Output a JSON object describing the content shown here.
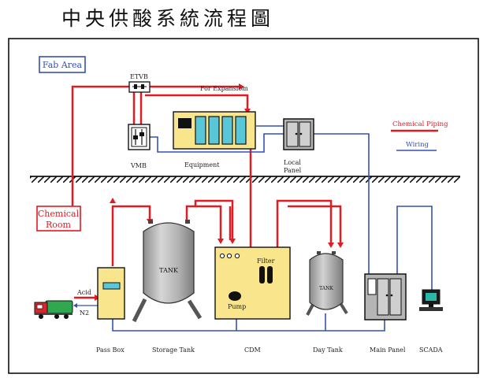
{
  "title": "中央供酸系統流程圖",
  "areas": {
    "fab": "Fab Area",
    "chemical_room_line1": "Chemical",
    "chemical_room_line2": "Room"
  },
  "legend": {
    "chemical_piping": "Chemical Piping",
    "wiring": "Wiring"
  },
  "labels": {
    "etvb": "ETVB",
    "for_expansion": "For Expansiom",
    "vmb": "VMB",
    "equipment": "Equipment",
    "local_panel_line1": "Local",
    "local_panel_line2": "Panel",
    "tank_large": "TANK",
    "tank_small": "TANK",
    "filter": "Filter",
    "pump": "Pump",
    "acid": "Acid",
    "n2": "N2",
    "pass_box": "Pass Box",
    "storage_tank": "Storage Tank",
    "cdm": "CDM",
    "day_tank": "Day Tank",
    "main_panel": "Main Panel",
    "scada": "SCADA"
  },
  "colors": {
    "chemical_piping": "#e11b22",
    "wiring": "#3350b8",
    "equipment_fill": "#f8e58c",
    "equipment_cells": "#59c7d8",
    "tank_fill": "#a8a8a8",
    "panel_fill": "#b5b5b5",
    "truck_cab": "#d8262e",
    "truck_tank": "#2fa84f"
  }
}
